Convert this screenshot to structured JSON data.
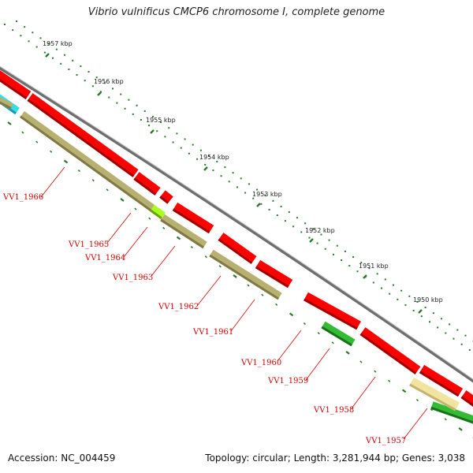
{
  "title": "Vibrio vulnificus CMCP6 chromosome I, complete genome",
  "footer": {
    "accession_label": "Accession:",
    "accession": "NC_004459",
    "topology_label": "Topology:",
    "topology": "circular",
    "length_label": "Length:",
    "length": "3,281,944 bp",
    "genes_label": "Genes:",
    "genes": "3,038"
  },
  "scale": {
    "ticks": [
      {
        "label": "1957 kbp"
      },
      {
        "label": "1956 kbp"
      },
      {
        "label": "1955 kbp"
      },
      {
        "label": "1954 kbp"
      },
      {
        "label": "1953 kbp"
      },
      {
        "label": "1952 kbp"
      },
      {
        "label": "1951 kbp"
      },
      {
        "label": "1950 kbp"
      }
    ]
  },
  "genes": [
    {
      "name": "VV1_1966"
    },
    {
      "name": "VV1_1965"
    },
    {
      "name": "VV1_1964"
    },
    {
      "name": "VV1_1963"
    },
    {
      "name": "VV1_1962"
    },
    {
      "name": "VV1_1961"
    },
    {
      "name": "VV1_1960"
    },
    {
      "name": "VV1_1959"
    },
    {
      "name": "VV1_1958"
    },
    {
      "name": "VV1_1957"
    }
  ],
  "colors": {
    "cds": "#ff0000",
    "olive": "#b8b070",
    "pale": "#f0e4a0",
    "green": "#33bb33",
    "lime": "#aaff22",
    "cyan": "#33ddee",
    "backbone": "#808080",
    "tick": "#2a7a2a",
    "label": "#d40000"
  }
}
